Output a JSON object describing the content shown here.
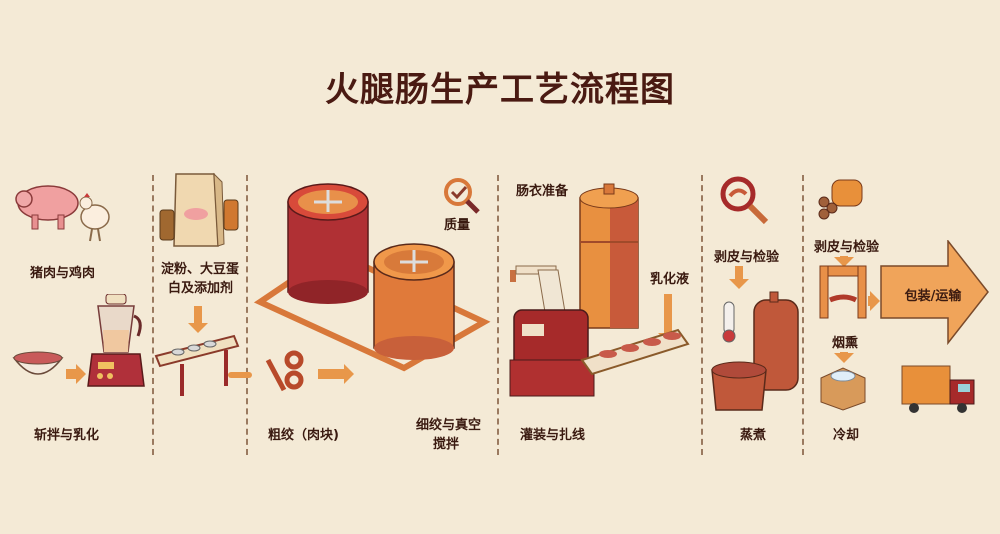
{
  "title": "火腿肠生产工艺流程图",
  "colors": {
    "background": "#f4ead6",
    "title": "#4a1a12",
    "dark_red": "#a62a2a",
    "orange": "#e8974a",
    "copper": "#c8603a"
  },
  "stages": [
    {
      "id": "raw",
      "labels": [
        "猪肉与鸡肉",
        "斩拌与乳化"
      ]
    },
    {
      "id": "additives",
      "labels": [
        "淀粉、大豆蛋",
        "白及添加剂"
      ]
    },
    {
      "id": "grind",
      "labels": [
        "粗绞（肉块)",
        "细绞与真空",
        "搅拌",
        "质量"
      ]
    },
    {
      "id": "fill",
      "labels": [
        "肠衣准备",
        "乳化液",
        "灌装与扎线"
      ]
    },
    {
      "id": "cook",
      "labels": [
        "剥皮与检验",
        "蒸煮"
      ]
    },
    {
      "id": "finish",
      "labels": [
        "剥皮与检验",
        "烟熏",
        "冷却",
        "包装/运输"
      ]
    }
  ]
}
